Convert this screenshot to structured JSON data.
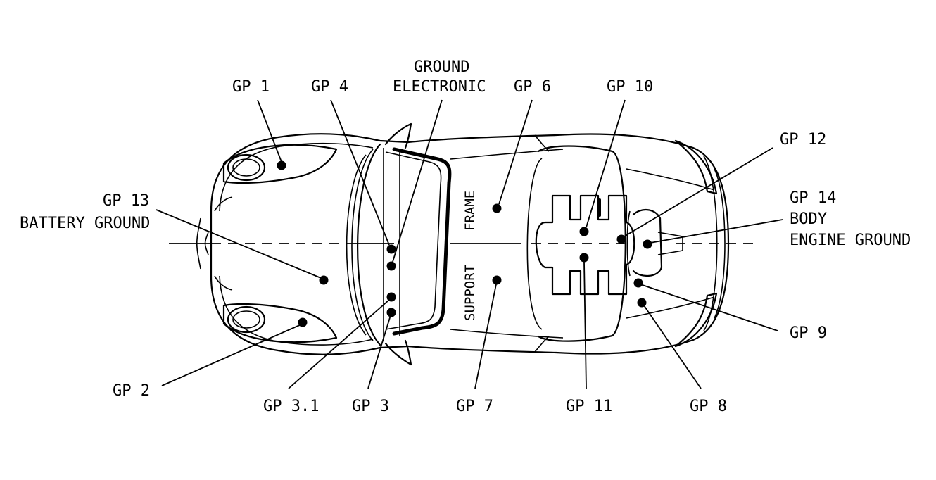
{
  "labels": {
    "gp1": "GP 1",
    "gp4": "GP 4",
    "ground": "GROUND",
    "electronic": "ELECTRONIC",
    "gp6": "GP 6",
    "gp10": "GP 10",
    "gp12": "GP 12",
    "gp13": "GP 13",
    "battery_ground": "BATTERY GROUND",
    "gp14": "GP 14",
    "body": "BODY",
    "engine_ground": "ENGINE GROUND",
    "gp9": "GP 9",
    "gp2": "GP 2",
    "gp3_1": "GP 3.1",
    "gp3": "GP 3",
    "gp7": "GP 7",
    "gp11": "GP 11",
    "gp8": "GP 8",
    "support": "SUPPORT",
    "frame": "FRAME"
  }
}
